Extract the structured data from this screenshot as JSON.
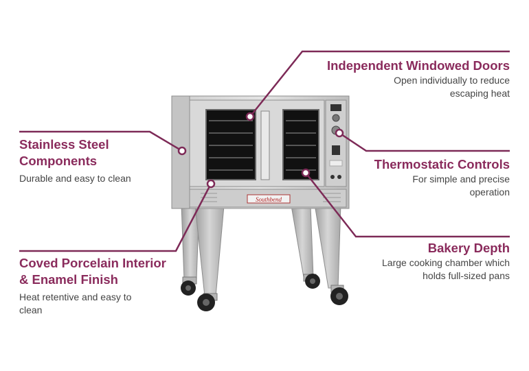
{
  "accent_color": "#8a2b5c",
  "features": {
    "doors": {
      "title": "Independent Windowed Doors",
      "desc": [
        "Open individually to reduce",
        "escaping heat"
      ]
    },
    "steel": {
      "title": [
        "Stainless Steel",
        "Components"
      ],
      "desc": [
        "Durable and easy to clean"
      ]
    },
    "thermo": {
      "title": "Thermostatic Controls",
      "desc": [
        "For simple and precise",
        "operation"
      ]
    },
    "depth": {
      "title": "Bakery Depth",
      "desc": [
        "Large cooking chamber which",
        "holds full-sized pans"
      ]
    },
    "porcelain": {
      "title": [
        "Coved Porcelain Interior",
        "& Enamel Finish"
      ],
      "desc": [
        "Heat retentive and easy to",
        "clean"
      ]
    }
  },
  "oven": {
    "brand_plate": "Southbend"
  }
}
